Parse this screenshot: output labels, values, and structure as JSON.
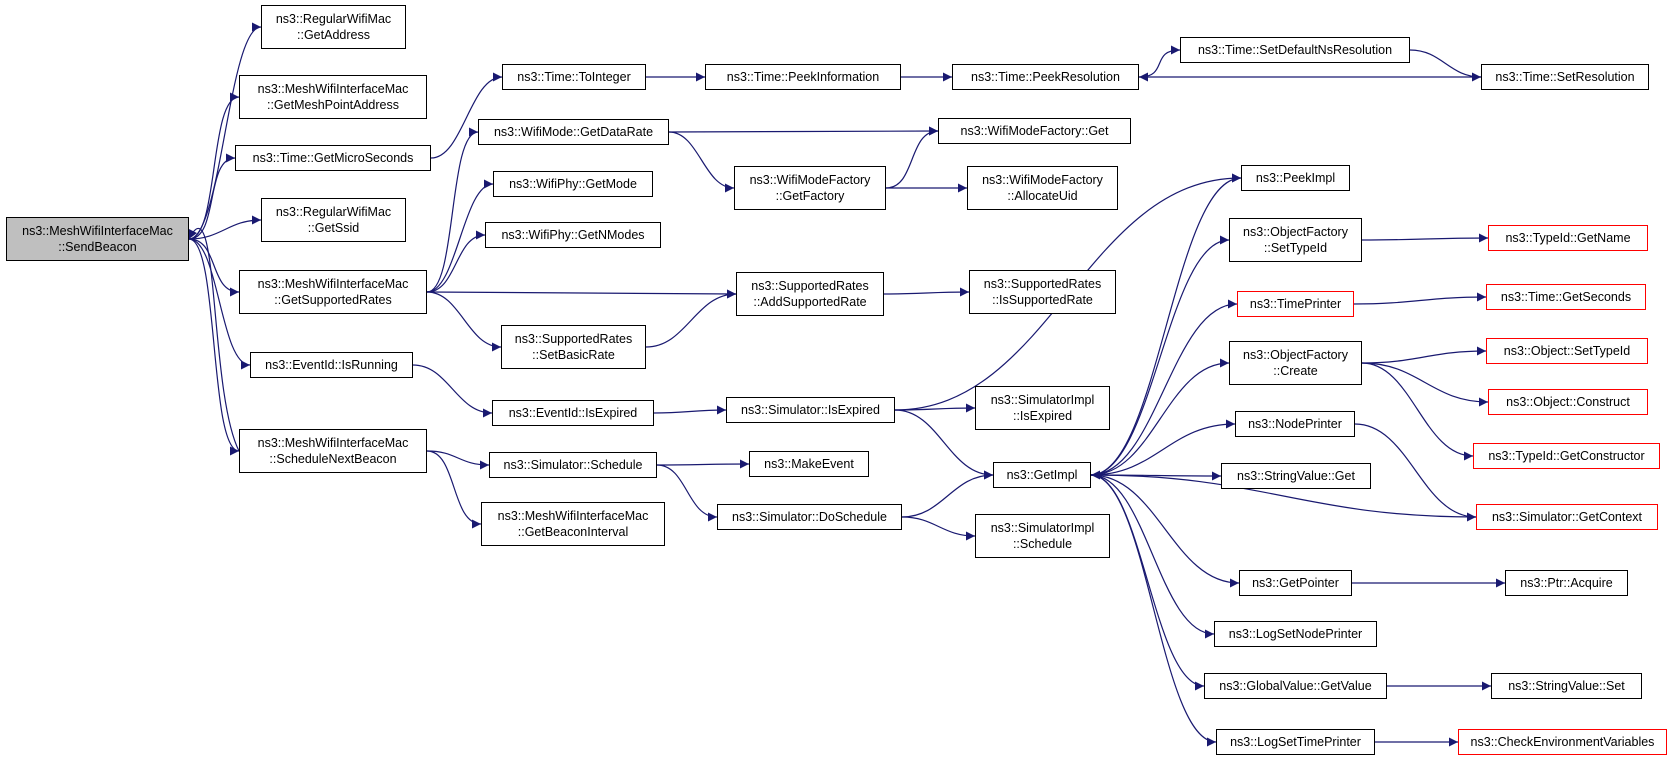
{
  "colors": {
    "edge": "#191970",
    "border": "#000000",
    "truncated_border": "#ff0000",
    "root_fill": "#bfbfbf"
  },
  "nodes": {
    "sendbeacon": {
      "lines": [
        "ns3::MeshWifiInterfaceMac",
        "::SendBeacon"
      ],
      "root": true
    },
    "rw_getaddress": {
      "lines": [
        "ns3::RegularWifiMac",
        "::GetAddress"
      ]
    },
    "getmeshpoint": {
      "lines": [
        "ns3::MeshWifiInterfaceMac",
        "::GetMeshPointAddress"
      ]
    },
    "getmicro": {
      "lines": [
        "ns3::Time::GetMicroSeconds"
      ]
    },
    "rw_getssid": {
      "lines": [
        "ns3::RegularWifiMac",
        "::GetSsid"
      ]
    },
    "getsupportedrates": {
      "lines": [
        "ns3::MeshWifiInterfaceMac",
        "::GetSupportedRates"
      ]
    },
    "isrunning": {
      "lines": [
        "ns3::EventId::IsRunning"
      ]
    },
    "schedulenextbeacon": {
      "lines": [
        "ns3::MeshWifiInterfaceMac",
        "::ScheduleNextBeacon"
      ]
    },
    "tointeger": {
      "lines": [
        "ns3::Time::ToInteger"
      ]
    },
    "getdatarate": {
      "lines": [
        "ns3::WifiMode::GetDataRate"
      ]
    },
    "getmode": {
      "lines": [
        "ns3::WifiPhy::GetMode"
      ]
    },
    "getnmodes": {
      "lines": [
        "ns3::WifiPhy::GetNModes"
      ]
    },
    "setbasicrate": {
      "lines": [
        "ns3::SupportedRates",
        "::SetBasicRate"
      ]
    },
    "isexpired": {
      "lines": [
        "ns3::EventId::IsExpired"
      ]
    },
    "sim_schedule": {
      "lines": [
        "ns3::Simulator::Schedule"
      ]
    },
    "getbeaconinterval": {
      "lines": [
        "ns3::MeshWifiInterfaceMac",
        "::GetBeaconInterval"
      ]
    },
    "peekinformation": {
      "lines": [
        "ns3::Time::PeekInformation"
      ]
    },
    "wmf_getfactory": {
      "lines": [
        "ns3::WifiModeFactory",
        "::GetFactory"
      ]
    },
    "addsupportedrate": {
      "lines": [
        "ns3::SupportedRates",
        "::AddSupportedRate"
      ]
    },
    "sim_isexpired": {
      "lines": [
        "ns3::Simulator::IsExpired"
      ]
    },
    "makeevent": {
      "lines": [
        "ns3::MakeEvent"
      ]
    },
    "doschedule": {
      "lines": [
        "ns3::Simulator::DoSchedule"
      ]
    },
    "peekresolution": {
      "lines": [
        "ns3::Time::PeekResolution"
      ]
    },
    "wmf_get": {
      "lines": [
        "ns3::WifiModeFactory::Get"
      ]
    },
    "allocateuid": {
      "lines": [
        "ns3::WifiModeFactory",
        "::AllocateUid"
      ]
    },
    "issupportedrate": {
      "lines": [
        "ns3::SupportedRates",
        "::IsSupportedRate"
      ]
    },
    "si_isexpired": {
      "lines": [
        "ns3::SimulatorImpl",
        "::IsExpired"
      ]
    },
    "getimpl": {
      "lines": [
        "ns3::GetImpl"
      ]
    },
    "si_schedule": {
      "lines": [
        "ns3::SimulatorImpl",
        "::Schedule"
      ]
    },
    "setdefaultns": {
      "lines": [
        "ns3::Time::SetDefaultNsResolution"
      ]
    },
    "peekimpl": {
      "lines": [
        "ns3::PeekImpl"
      ]
    },
    "of_settypeid": {
      "lines": [
        "ns3::ObjectFactory",
        "::SetTypeId"
      ]
    },
    "timeprinter": {
      "lines": [
        "ns3::TimePrinter"
      ],
      "truncated": true
    },
    "of_create": {
      "lines": [
        "ns3::ObjectFactory",
        "::Create"
      ]
    },
    "nodeprinter": {
      "lines": [
        "ns3::NodePrinter"
      ]
    },
    "sv_get": {
      "lines": [
        "ns3::StringValue::Get"
      ]
    },
    "getpointer": {
      "lines": [
        "ns3::GetPointer"
      ]
    },
    "logsetnodeprinter": {
      "lines": [
        "ns3::LogSetNodePrinter"
      ]
    },
    "gv_getvalue": {
      "lines": [
        "ns3::GlobalValue::GetValue"
      ]
    },
    "logsettimeprinter": {
      "lines": [
        "ns3::LogSetTimePrinter"
      ]
    },
    "setresolution": {
      "lines": [
        "ns3::Time::SetResolution"
      ]
    },
    "typeid_getname": {
      "lines": [
        "ns3::TypeId::GetName"
      ],
      "truncated": true
    },
    "time_getseconds": {
      "lines": [
        "ns3::Time::GetSeconds"
      ],
      "truncated": true
    },
    "obj_settypeid": {
      "lines": [
        "ns3::Object::SetTypeId"
      ],
      "truncated": true
    },
    "obj_construct": {
      "lines": [
        "ns3::Object::Construct"
      ],
      "truncated": true
    },
    "getconstructor": {
      "lines": [
        "ns3::TypeId::GetConstructor"
      ],
      "truncated": true
    },
    "sim_getcontext": {
      "lines": [
        "ns3::Simulator::GetContext"
      ],
      "truncated": true
    },
    "ptr_acquire": {
      "lines": [
        "ns3::Ptr::Acquire"
      ]
    },
    "sv_set": {
      "lines": [
        "ns3::StringValue::Set"
      ]
    },
    "checkenv": {
      "lines": [
        "ns3::CheckEnvironmentVariables"
      ],
      "truncated": true
    }
  },
  "edges": [
    [
      "sendbeacon",
      "rw_getaddress"
    ],
    [
      "sendbeacon",
      "getmeshpoint"
    ],
    [
      "sendbeacon",
      "getmicro"
    ],
    [
      "sendbeacon",
      "rw_getssid"
    ],
    [
      "sendbeacon",
      "getsupportedrates"
    ],
    [
      "sendbeacon",
      "isrunning"
    ],
    [
      "sendbeacon",
      "schedulenextbeacon"
    ],
    [
      "schedulenextbeacon",
      "sendbeacon"
    ],
    [
      "getmicro",
      "tointeger"
    ],
    [
      "tointeger",
      "peekinformation"
    ],
    [
      "peekinformation",
      "peekresolution"
    ],
    [
      "peekresolution",
      "setdefaultns"
    ],
    [
      "setdefaultns",
      "setresolution"
    ],
    [
      "setresolution",
      "peekresolution"
    ],
    [
      "getsupportedrates",
      "getdatarate"
    ],
    [
      "getsupportedrates",
      "getmode"
    ],
    [
      "getsupportedrates",
      "getnmodes"
    ],
    [
      "getsupportedrates",
      "addsupportedrate"
    ],
    [
      "getsupportedrates",
      "setbasicrate"
    ],
    [
      "getdatarate",
      "wmf_get"
    ],
    [
      "getdatarate",
      "wmf_getfactory"
    ],
    [
      "wmf_getfactory",
      "wmf_get"
    ],
    [
      "wmf_getfactory",
      "allocateuid"
    ],
    [
      "setbasicrate",
      "addsupportedrate"
    ],
    [
      "addsupportedrate",
      "issupportedrate"
    ],
    [
      "isrunning",
      "isexpired"
    ],
    [
      "isexpired",
      "sim_isexpired"
    ],
    [
      "sim_isexpired",
      "peekimpl"
    ],
    [
      "sim_isexpired",
      "si_isexpired"
    ],
    [
      "sim_isexpired",
      "getimpl"
    ],
    [
      "schedulenextbeacon",
      "sim_schedule"
    ],
    [
      "schedulenextbeacon",
      "getbeaconinterval"
    ],
    [
      "sim_schedule",
      "makeevent"
    ],
    [
      "sim_schedule",
      "doschedule"
    ],
    [
      "doschedule",
      "getimpl"
    ],
    [
      "doschedule",
      "si_schedule"
    ],
    [
      "getimpl",
      "peekimpl"
    ],
    [
      "getimpl",
      "of_settypeid"
    ],
    [
      "getimpl",
      "timeprinter"
    ],
    [
      "getimpl",
      "of_create"
    ],
    [
      "getimpl",
      "nodeprinter"
    ],
    [
      "getimpl",
      "sv_get"
    ],
    [
      "getimpl",
      "getpointer"
    ],
    [
      "getimpl",
      "logsetnodeprinter"
    ],
    [
      "getimpl",
      "gv_getvalue"
    ],
    [
      "getimpl",
      "logsettimeprinter"
    ],
    [
      "sim_getcontext",
      "getimpl"
    ],
    [
      "of_settypeid",
      "typeid_getname"
    ],
    [
      "timeprinter",
      "time_getseconds"
    ],
    [
      "of_create",
      "obj_settypeid"
    ],
    [
      "of_create",
      "obj_construct"
    ],
    [
      "of_create",
      "getconstructor"
    ],
    [
      "nodeprinter",
      "sim_getcontext"
    ],
    [
      "getpointer",
      "ptr_acquire"
    ],
    [
      "gv_getvalue",
      "sv_set"
    ],
    [
      "logsettimeprinter",
      "checkenv"
    ]
  ]
}
